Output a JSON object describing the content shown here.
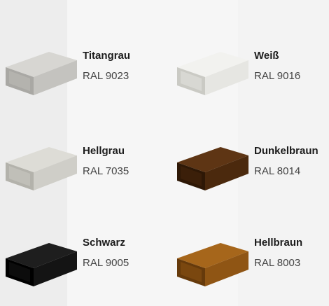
{
  "colors": [
    {
      "name": "Titangrau",
      "code": "RAL 9023",
      "top": "#d7d6d2",
      "front": "#c4c3bf",
      "inner": "#b4b3ae",
      "edge": "#a9a8a4"
    },
    {
      "name": "Weiß",
      "code": "RAL 9016",
      "top": "#f2f2ef",
      "front": "#e6e6e2",
      "inner": "#d8d8d3",
      "edge": "#cacac4"
    },
    {
      "name": "Hellgrau",
      "code": "RAL 7035",
      "top": "#dddcd6",
      "front": "#cfcec8",
      "inner": "#c0bfb8",
      "edge": "#b3b2ab"
    },
    {
      "name": "Dunkelbraun",
      "code": "RAL 8014",
      "top": "#5e3514",
      "front": "#4b290d",
      "inner": "#3b1f09",
      "edge": "#2e1806"
    },
    {
      "name": "Schwarz",
      "code": "RAL 9005",
      "top": "#1e1e1e",
      "front": "#141414",
      "inner": "#0c0c0c",
      "edge": "#000000"
    },
    {
      "name": "Hellbraun",
      "code": "RAL 8003",
      "top": "#a6661b",
      "front": "#8f5514",
      "inner": "#7a470f",
      "edge": "#663a0b"
    }
  ]
}
